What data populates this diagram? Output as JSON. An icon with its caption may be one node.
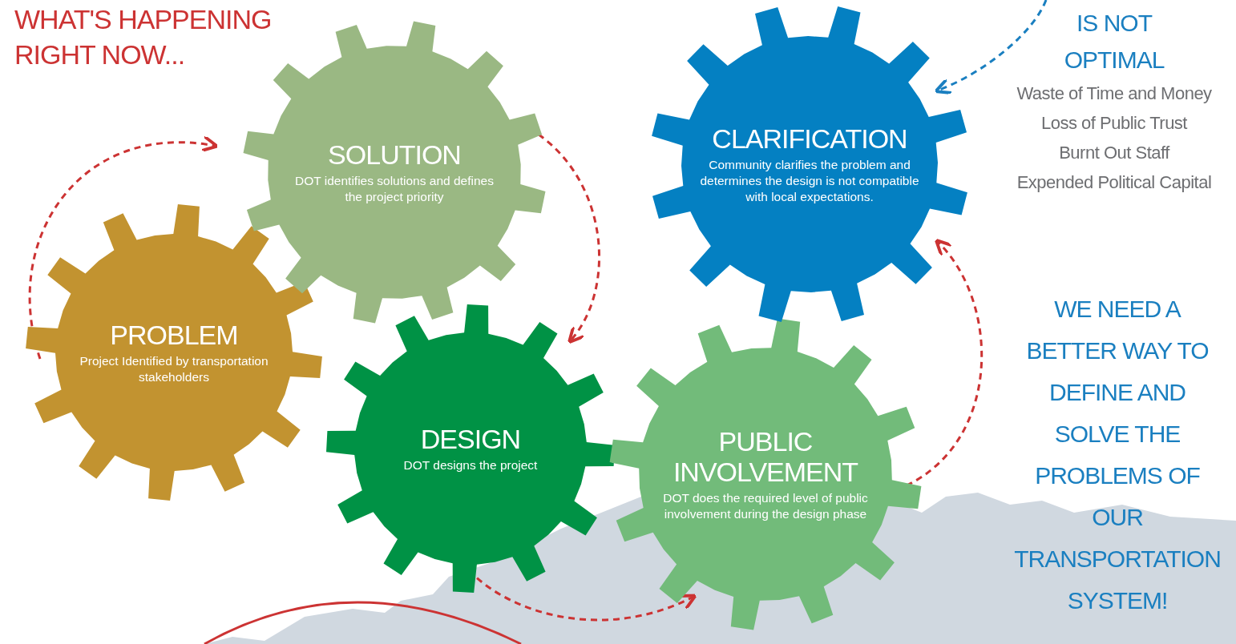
{
  "diagram": {
    "title": "WHAT'S HAPPENING RIGHT NOW...",
    "nodes": [
      {
        "text": [
          "PROBLEM",
          "Project Identified by transportation stakeholders"
        ]
      },
      {
        "text": [
          "SOLUTION",
          "DOT identifies solutions and defines the project priority"
        ]
      },
      {
        "text": [
          "DESIGN",
          "DOT designs the project"
        ]
      },
      {
        "text": [
          "PUBLIC INVOLVEMENT",
          "DOT does the required level of public involvement during the design phase"
        ]
      },
      {
        "text": [
          "CLARIFICATION",
          "Community clarifies the problem and determines the design is not compatible with local expectations."
        ]
      }
    ],
    "edges": [
      {
        "from": 0,
        "to": 1,
        "arrow": "to",
        "style": "dashed"
      },
      {
        "from": 1,
        "to": 2,
        "arrow": "to",
        "style": "dashed"
      },
      {
        "from": 2,
        "to": 3,
        "arrow": "to",
        "style": "dashed"
      },
      {
        "from": 3,
        "to": 4,
        "arrow": "to",
        "style": "dashed"
      },
      {
        "from": null,
        "to": 4,
        "arrow": "to",
        "style": "dashed",
        "color": "#1a7fc0"
      }
    ],
    "labels": [
      "IS NOT OPTIMAL",
      "Waste of Time and Money",
      "Loss of Public Trust",
      "Burnt Out Staff",
      "Expended Political Capital",
      "WE NEED A BETTER WAY TO DEFINE AND SOLVE THE PROBLEMS OF OUR TRANSPORTATION SYSTEM!"
    ]
  }
}
